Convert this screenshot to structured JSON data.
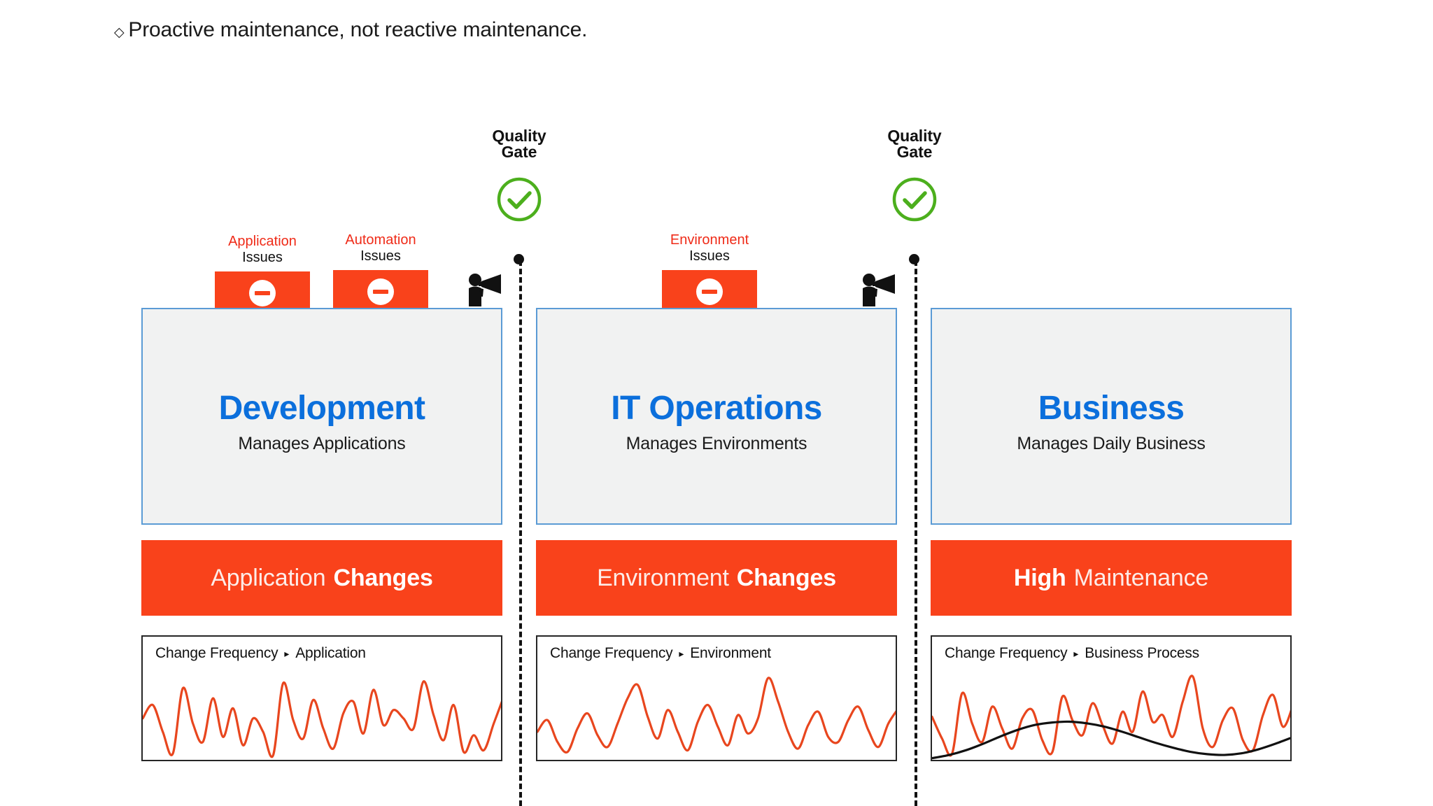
{
  "headline": {
    "bullet": "◇",
    "text": "Proactive maintenance, not reactive maintenance."
  },
  "colors": {
    "orange": "#f9421b",
    "blue_title": "#0b6fdc",
    "panel_border": "#5b9bd5",
    "panel_fill": "#f1f2f2",
    "gate_green": "#4caf1d",
    "issue_red_text": "#ef2b18",
    "chart_line": "#e8461e",
    "chart_trend": "#111111",
    "divider": "#111111"
  },
  "quality_gates": [
    {
      "line1": "Quality",
      "line2": "Gate",
      "icon": "check-circle-icon"
    },
    {
      "line1": "Quality",
      "line2": "Gate",
      "icon": "check-circle-icon"
    }
  ],
  "issues": [
    {
      "title": "Application",
      "subtitle": "Issues",
      "icon": "no-entry-icon"
    },
    {
      "title": "Automation",
      "subtitle": "Issues",
      "icon": "no-entry-icon"
    },
    {
      "title": "Environment",
      "subtitle": "Issues",
      "icon": "no-entry-icon"
    }
  ],
  "megaphones": [
    {
      "icon": "person-megaphone-icon"
    },
    {
      "icon": "person-megaphone-icon"
    }
  ],
  "columns": [
    {
      "title": "Development",
      "subtitle": "Manages Applications",
      "change_bar": {
        "regular": "Application",
        "bold": "Changes",
        "bold_first": false
      },
      "chart_caption": {
        "label": "Change Frequency",
        "separator": "▸",
        "value": "Application"
      },
      "has_trend_line": false
    },
    {
      "title": "IT Operations",
      "subtitle": "Manages Environments",
      "change_bar": {
        "regular": "Environment",
        "bold": "Changes",
        "bold_first": false
      },
      "chart_caption": {
        "label": "Change Frequency",
        "separator": "▸",
        "value": "Environment"
      },
      "has_trend_line": false
    },
    {
      "title": "Business",
      "subtitle": "Manages Daily Business",
      "change_bar": {
        "regular": "Maintenance",
        "bold": "High",
        "bold_first": true
      },
      "chart_caption": {
        "label": "Change Frequency",
        "separator": "▸",
        "value": "Business Process"
      },
      "has_trend_line": true
    }
  ],
  "chart_data": {
    "type": "line",
    "title": "Change Frequency",
    "xlabel": "",
    "ylabel": "Change Frequency",
    "ylim": [
      0,
      100
    ],
    "grid": false,
    "legend": "none",
    "series": [
      {
        "name": "Application",
        "color": "#e8461e",
        "values": [
          46,
          62,
          30,
          4,
          82,
          40,
          18,
          70,
          24,
          58,
          14,
          46,
          30,
          2,
          88,
          44,
          22,
          68,
          34,
          10,
          52,
          66,
          28,
          80,
          38,
          56,
          46,
          34,
          90,
          50,
          20,
          62,
          6,
          26,
          8,
          40,
          72
        ]
      },
      {
        "name": "Environment",
        "color": "#e8461e",
        "values": [
          30,
          44,
          18,
          6,
          34,
          52,
          26,
          12,
          40,
          70,
          86,
          48,
          22,
          56,
          30,
          8,
          42,
          62,
          36,
          14,
          50,
          28,
          46,
          94,
          66,
          30,
          10,
          38,
          54,
          24,
          18,
          44,
          60,
          32,
          12,
          40,
          58
        ]
      },
      {
        "name": "Business Process",
        "color": "#e8461e",
        "values": [
          48,
          22,
          4,
          76,
          40,
          18,
          60,
          34,
          10,
          46,
          56,
          20,
          6,
          72,
          44,
          26,
          64,
          38,
          16,
          54,
          30,
          78,
          42,
          50,
          24,
          66,
          96,
          34,
          12,
          44,
          58,
          20,
          8,
          50,
          74,
          36,
          62
        ]
      }
    ],
    "trend_series": {
      "name": "Business trend",
      "color": "#111111",
      "values": [
        2,
        6,
        12,
        20,
        29,
        37,
        43,
        46,
        47,
        45,
        41,
        35,
        28,
        21,
        15,
        10,
        7,
        6,
        8,
        13,
        20,
        28
      ]
    }
  }
}
